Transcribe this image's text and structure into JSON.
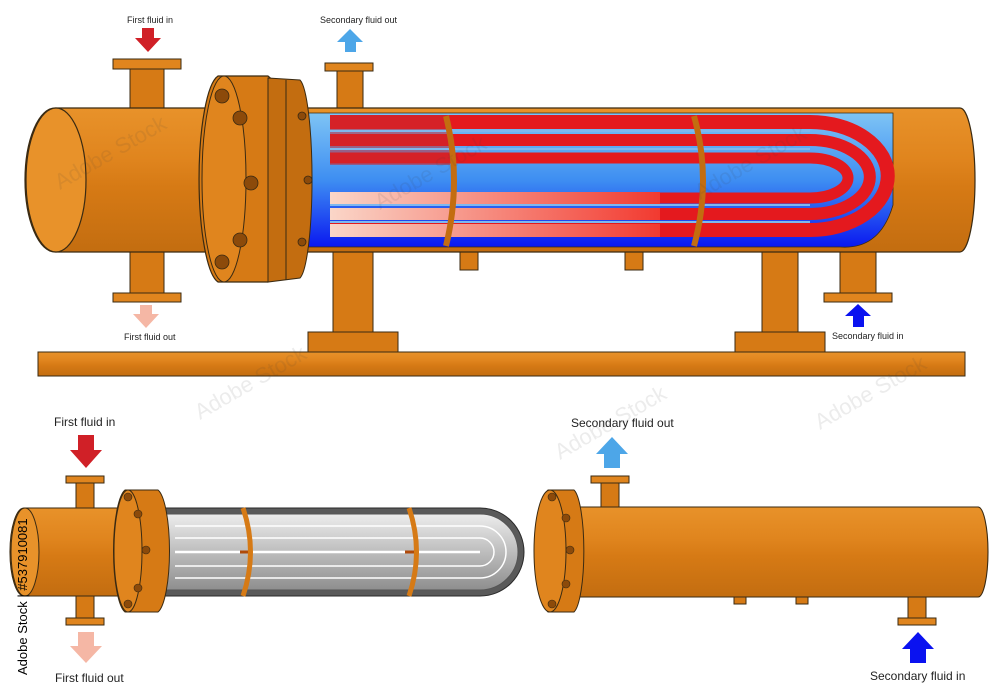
{
  "colors": {
    "pipe": "#E0851E",
    "pipe_dark": "#B9650C",
    "pipe_light": "#F2A548",
    "stroke": "#3A2A12",
    "hot": "#E4191E",
    "cold_fluid_red": "#C8282F",
    "cool": "#F5B7A5",
    "secondary_cold": "#0A12F0",
    "secondary_warm": "#5AB0F2",
    "tube_bundle_grey": "#9A9A9A",
    "arrow_first_in": "#D02027",
    "arrow_first_out": "#F5B7A5",
    "arrow_secondary_out": "#4DA6E8",
    "arrow_secondary_in": "#0A12F0"
  },
  "top_diagram": {
    "labels": {
      "first_fluid_in": "First fluid in",
      "first_fluid_out": "First fluid out",
      "secondary_fluid_out": "Secondary fluid out",
      "secondary_fluid_in": "Secondary fluid in"
    }
  },
  "bottom_diagram": {
    "labels": {
      "first_fluid_in": "First fluid in",
      "first_fluid_out": "First fluid out",
      "secondary_fluid_out": "Secondary fluid out",
      "secondary_fluid_in": "Secondary fluid in"
    }
  },
  "watermark": {
    "side_text": "Adobe Stock | #537910081",
    "brand": "Adobe Stock"
  }
}
